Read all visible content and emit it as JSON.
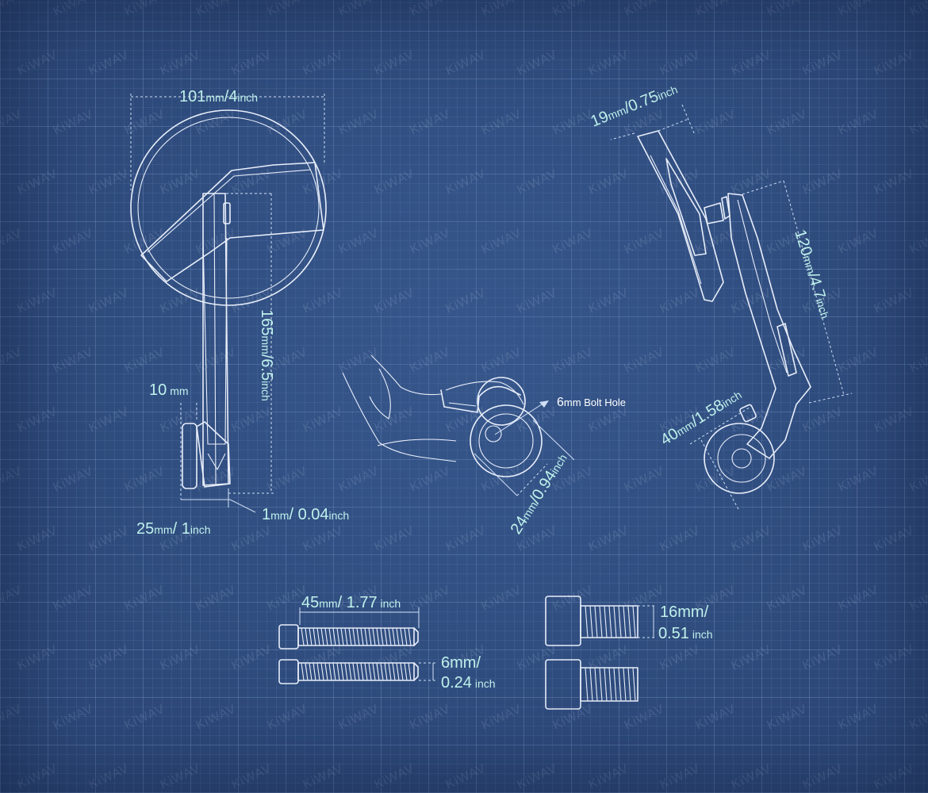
{
  "watermark": {
    "text": "KiWAV"
  },
  "colors": {
    "background": "#2e4a7b",
    "line": "#e8eefa",
    "label": "#bff2ec"
  },
  "labels": {
    "front_width": {
      "num": "101",
      "unit1": "mm",
      "sep": "/",
      "num2": "4",
      "unit2": "inch"
    },
    "arm_length": {
      "num": "165",
      "unit1": "mm",
      "sep": "/",
      "num2": "6.5",
      "unit2": "inch"
    },
    "clamp_10": {
      "num": "10",
      "unit1": "mm"
    },
    "plug_width": {
      "num": "25",
      "unit1": "mm",
      "sep": "/ ",
      "num2": "1",
      "unit2": "inch"
    },
    "gap": {
      "num": "1",
      "unit1": "mm",
      "sep": "/ ",
      "num2": "0.04",
      "unit2": "inch"
    },
    "bolt_hole": {
      "num": "6",
      "unit1": "mm",
      "text": " Bolt Hole"
    },
    "plug_diameter": {
      "num": "24",
      "unit1": "mm",
      "sep": "/",
      "num2": "0.94",
      "unit2": "inch"
    },
    "head_thickness": {
      "num": "19",
      "unit1": "mm",
      "sep": "/",
      "num2": "0.75",
      "unit2": "inch"
    },
    "side_arm": {
      "num": "120",
      "unit1": "mm",
      "sep": "/",
      "num2": "4.7",
      "unit2": "inch"
    },
    "side_plug": {
      "num": "40",
      "unit1": "mm",
      "sep": "/",
      "num2": "1.58",
      "unit2": "inch"
    },
    "long_bolt": {
      "num": "45",
      "unit1": "mm",
      "sep": "/ ",
      "num2": "1.77",
      "unit2": " inch"
    },
    "bolt_diameter": {
      "line1": "6mm/",
      "line2": "0.24",
      "unit2": " inch"
    },
    "short_bolt": {
      "line1": "16mm/",
      "line2": "0.51",
      "unit2": " inch"
    }
  }
}
